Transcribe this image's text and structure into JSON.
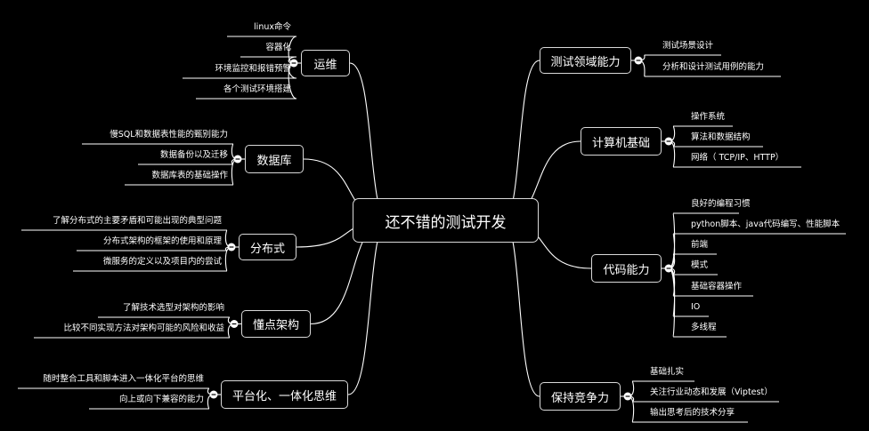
{
  "root": {
    "label": "还不错的测试开发"
  },
  "branches": [
    {
      "id": "ops",
      "label": "运维",
      "side": "left",
      "children": [
        "linux命令",
        "容器化",
        "环境监控和报错预警",
        "各个测试环境搭建"
      ]
    },
    {
      "id": "db",
      "label": "数据库",
      "side": "left",
      "children": [
        "慢SQL和数据表性能的甄别能力",
        "数据备份以及迁移",
        "数据库表的基础操作"
      ]
    },
    {
      "id": "dist",
      "label": "分布式",
      "side": "left",
      "children": [
        "了解分布式的主要矛盾和可能出现的典型问题",
        "分布式架构的框架的使用和原理",
        "微服务的定义以及项目内的尝试"
      ]
    },
    {
      "id": "arch",
      "label": "懂点架构",
      "side": "left",
      "children": [
        "了解技术选型对架构的影响",
        "比较不同实现方法对架构可能的风险和收益"
      ]
    },
    {
      "id": "platform",
      "label": "平台化、一体化思维",
      "side": "left",
      "children": [
        "随时整合工具和脚本进入一体化平台的思维",
        "向上或向下兼容的能力"
      ]
    },
    {
      "id": "testdomain",
      "label": "测试领域能力",
      "side": "right",
      "children": [
        "测试场景设计",
        "分析和设计测试用例的能力"
      ]
    },
    {
      "id": "cs",
      "label": "计算机基础",
      "side": "right",
      "children": [
        "操作系统",
        "算法和数据结构",
        "网络（ TCP/IP、HTTP）"
      ]
    },
    {
      "id": "code",
      "label": "代码能力",
      "side": "right",
      "children": [
        "良好的编程习惯",
        "python脚本、java代码编写、性能脚本",
        "前端",
        "模式",
        "基础容器操作",
        "IO",
        "多线程"
      ]
    },
    {
      "id": "compete",
      "label": "保持竞争力",
      "side": "right",
      "children": [
        "基础扎实",
        "关注行业动态和发展（Viptest）",
        "输出思考后的技术分享"
      ]
    }
  ],
  "colors": {
    "background": "#000000",
    "line": "#ffffff",
    "border": "#d9d9d9"
  }
}
